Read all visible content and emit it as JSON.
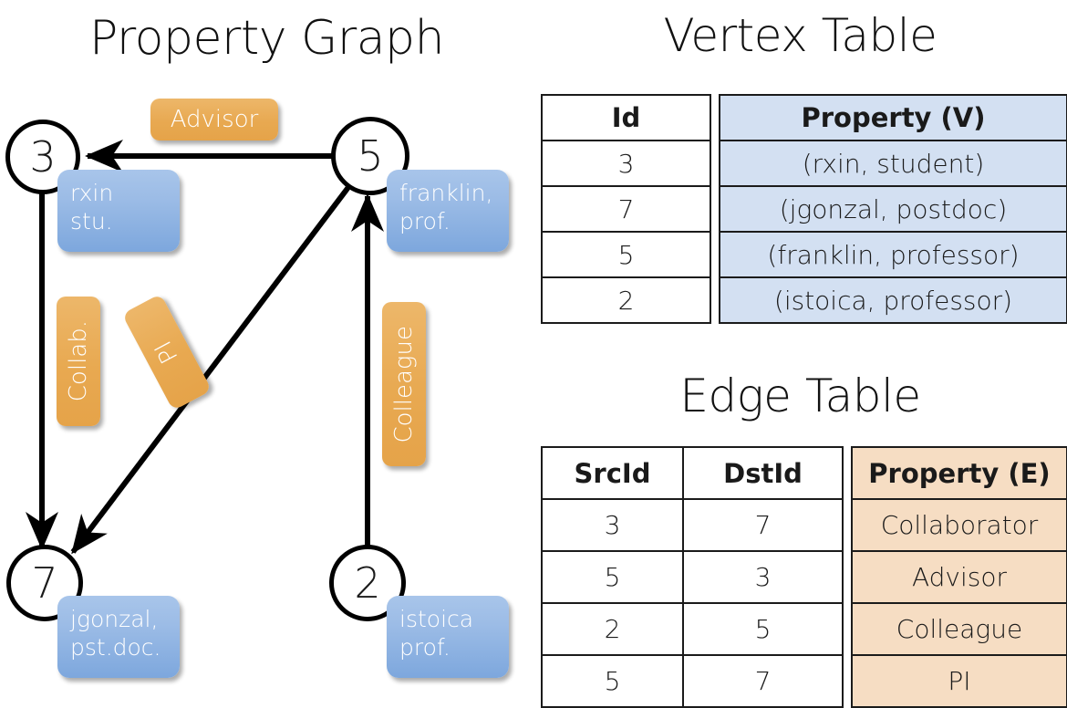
{
  "titles": {
    "property_graph": "Property Graph",
    "vertex_table": "Vertex Table",
    "edge_table": "Edge Table"
  },
  "colors": {
    "vertex_property_fill": "#d3e0f2",
    "edge_property_fill": "#f6ddc3",
    "vertex_box_fill": "#9cbce6",
    "edge_label_fill": "#e8a951",
    "stroke": "#000000"
  },
  "graph": {
    "nodes": [
      {
        "id": "3",
        "label": "3",
        "property_lines": [
          "rxin",
          "stu."
        ]
      },
      {
        "id": "5",
        "label": "5",
        "property_lines": [
          "franklin,",
          "prof."
        ]
      },
      {
        "id": "7",
        "label": "7",
        "property_lines": [
          "jgonzal,",
          "pst.doc."
        ]
      },
      {
        "id": "2",
        "label": "2",
        "property_lines": [
          "istoica",
          "prof."
        ]
      }
    ],
    "edge_labels": [
      {
        "name": "advisor",
        "text": "Advisor",
        "orientation": "horizontal"
      },
      {
        "name": "collab",
        "text": "Collab.",
        "orientation": "vertical"
      },
      {
        "name": "pi",
        "text": "PI",
        "orientation": "vertical-rotated"
      },
      {
        "name": "colleague",
        "text": "Colleague",
        "orientation": "vertical"
      }
    ],
    "edges": [
      {
        "from": "5",
        "to": "3",
        "label": "Advisor"
      },
      {
        "from": "3",
        "to": "7",
        "label": "Collab."
      },
      {
        "from": "5",
        "to": "7",
        "label": "PI"
      },
      {
        "from": "2",
        "to": "5",
        "label": "Colleague"
      }
    ]
  },
  "vertex_table": {
    "headers": [
      "Id",
      "Property (V)"
    ],
    "rows": [
      {
        "id": "3",
        "property": "(rxin, student)"
      },
      {
        "id": "7",
        "property": "(jgonzal, postdoc)"
      },
      {
        "id": "5",
        "property": "(franklin, professor)"
      },
      {
        "id": "2",
        "property": "(istoica, professor)"
      }
    ]
  },
  "edge_table": {
    "headers": [
      "SrcId",
      "DstId",
      "Property (E)"
    ],
    "rows": [
      {
        "src": "3",
        "dst": "7",
        "property": "Collaborator"
      },
      {
        "src": "5",
        "dst": "3",
        "property": "Advisor"
      },
      {
        "src": "2",
        "dst": "5",
        "property": "Colleague"
      },
      {
        "src": "5",
        "dst": "7",
        "property": "PI"
      }
    ]
  }
}
